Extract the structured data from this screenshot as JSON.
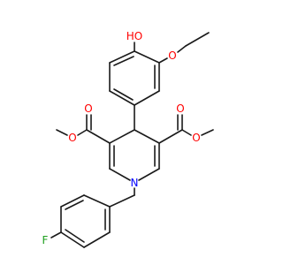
{
  "colors": {
    "background": "#ffffff",
    "bond": "#1a1a1a",
    "oxygen": "#ff0000",
    "nitrogen": "#0000ff",
    "fluorine": "#1ea01e",
    "carbon": "#1a1a1a"
  },
  "atoms": {
    "hydroxyl": "HO",
    "ether_o": "O",
    "ester_left_carbonyl_o": "O",
    "ester_left_ether_o": "O",
    "ester_right_carbonyl_o": "O",
    "ester_right_ether_o": "O",
    "ring_n": "N",
    "fluorine": "F"
  }
}
